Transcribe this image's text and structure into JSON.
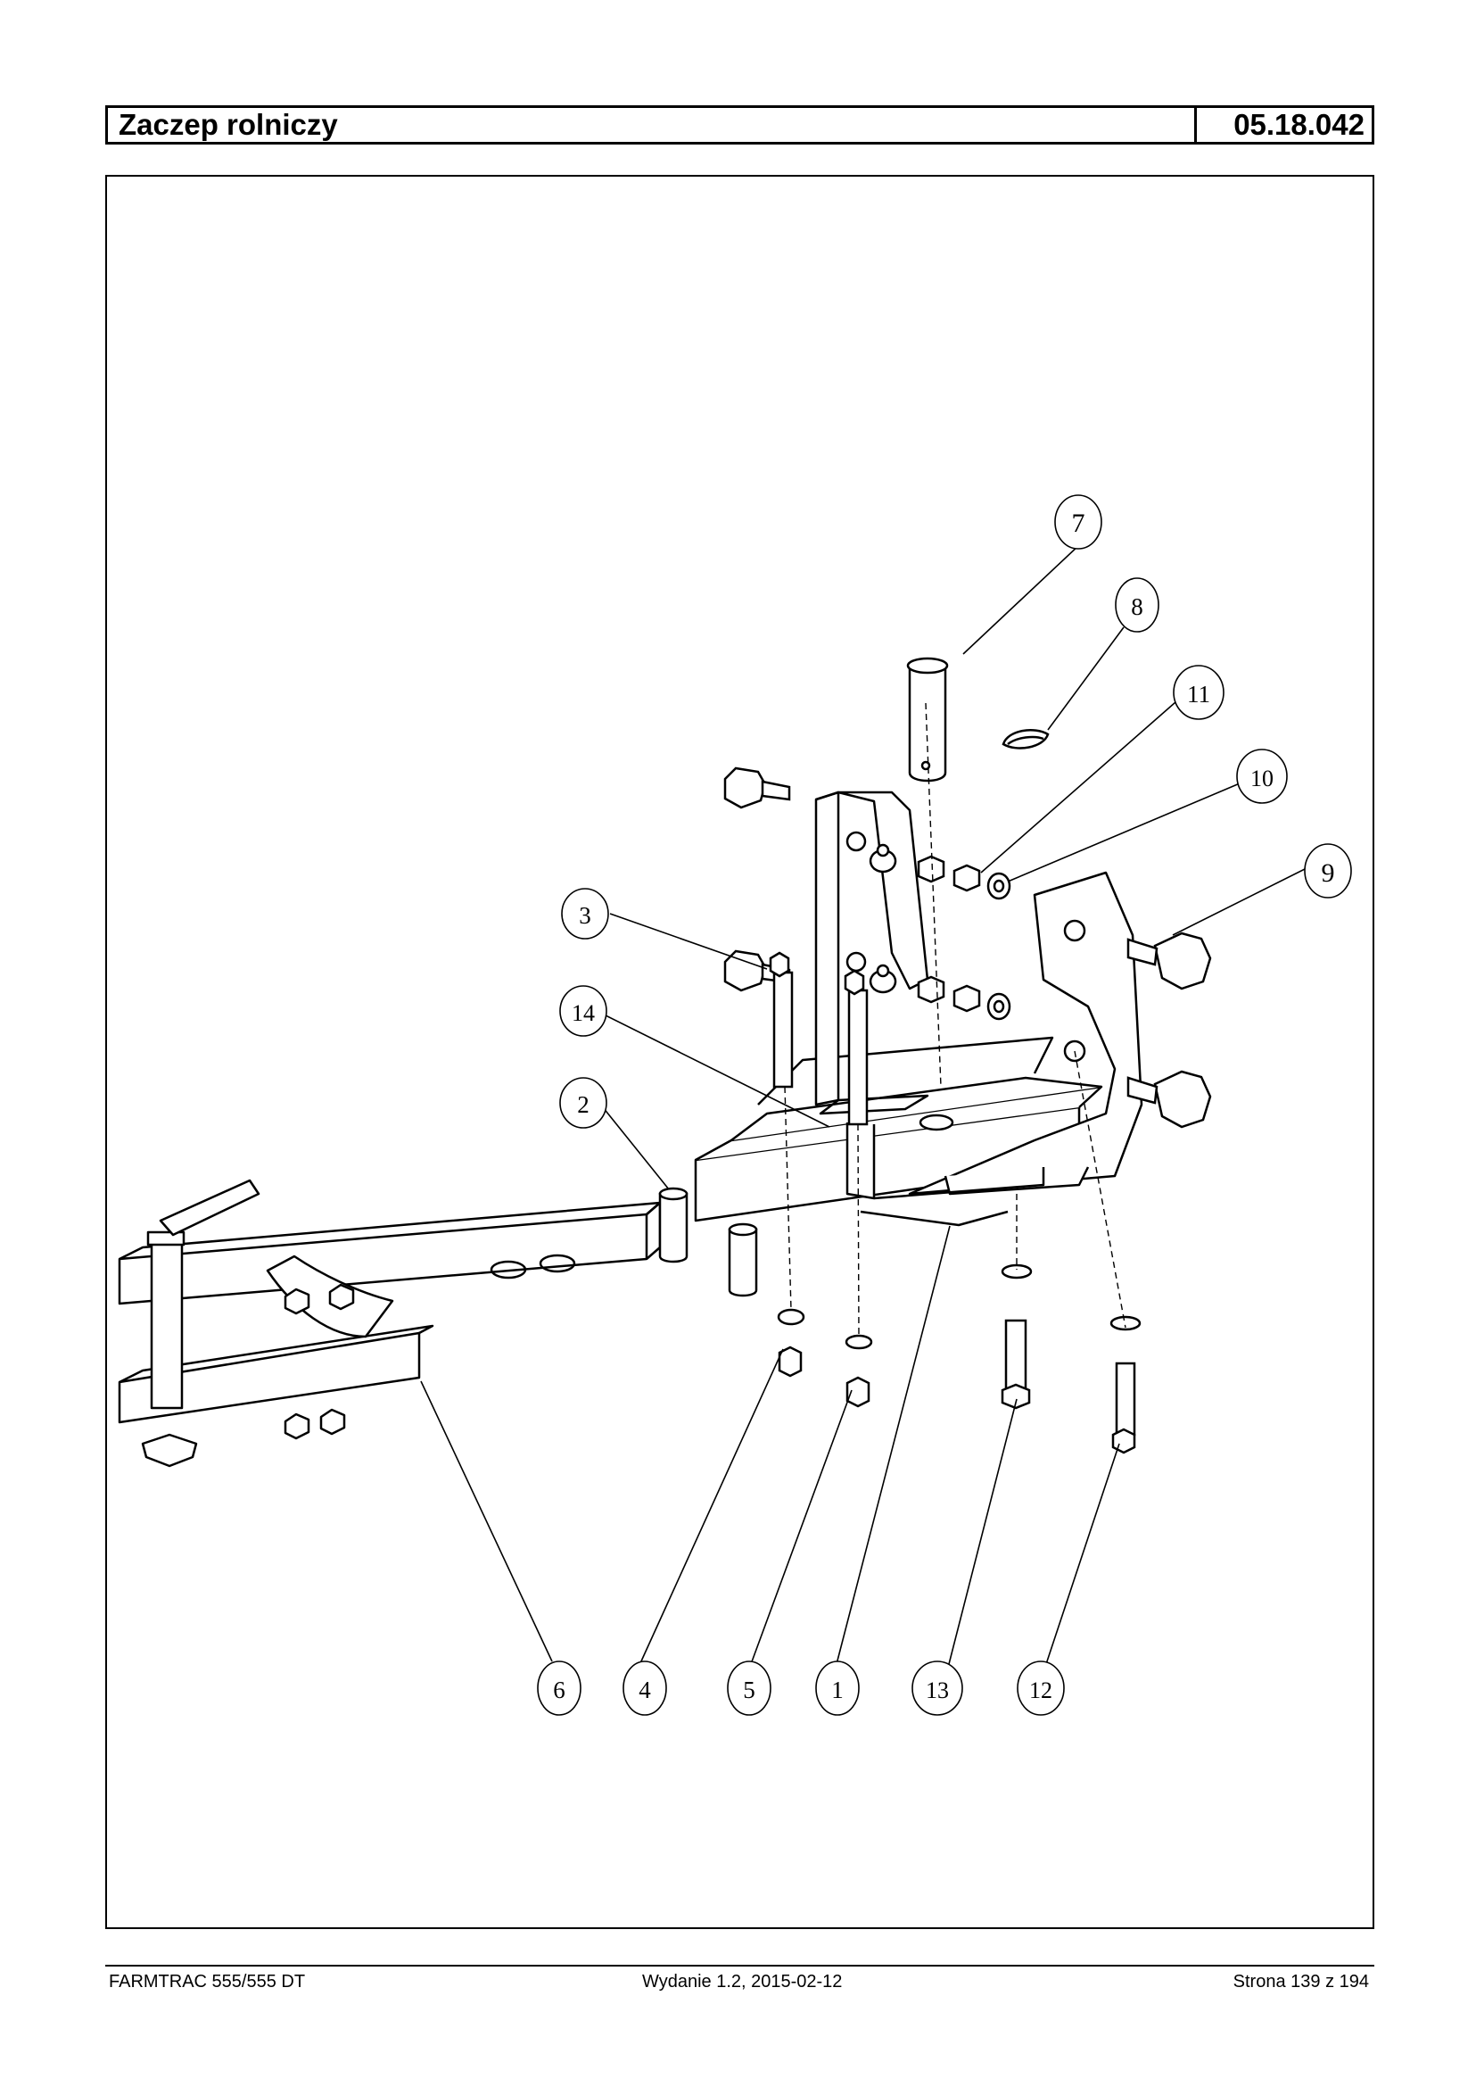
{
  "header": {
    "title": "Zaczep rolniczy",
    "code": "05.18.042"
  },
  "callouts": [
    "1",
    "2",
    "3",
    "4",
    "5",
    "6",
    "7",
    "8",
    "9",
    "10",
    "11",
    "12",
    "13",
    "14"
  ],
  "footer": {
    "left": "FARMTRAC 555/555 DT",
    "center": "Wydanie 1.2,  2015-02-12",
    "right": "Strona 139 z 194"
  }
}
